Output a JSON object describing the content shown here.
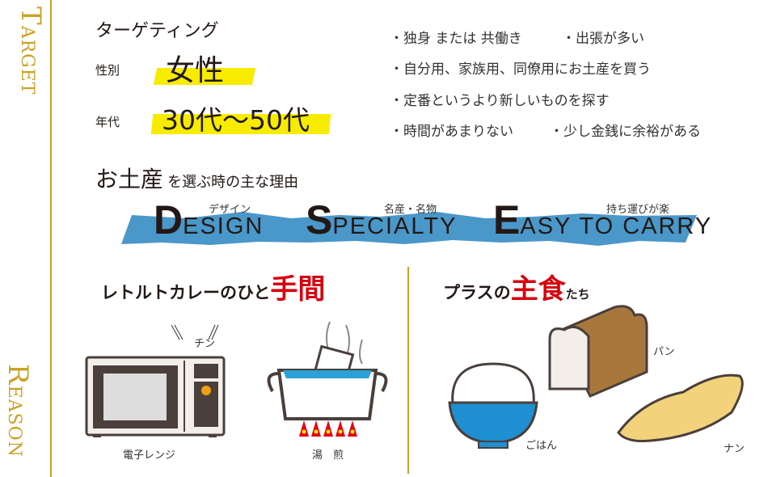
{
  "sections": {
    "target": {
      "cap": "T",
      "rest": "ARGET"
    },
    "reason": {
      "cap": "R",
      "rest": "EASON"
    }
  },
  "targeting": {
    "title": "ターゲティング",
    "gender_label": "性別",
    "gender_value": "女性",
    "age_label": "年代",
    "age_value": "30代〜50代",
    "accent_highlight": "#f7ec00"
  },
  "bullets": [
    {
      "text": "・独身 または 共働き"
    },
    {
      "text": "・出張が多い"
    },
    {
      "text": "・自分用、家族用、同僚用にお土産を買う"
    },
    {
      "text": "・定番というより新しいものを探す"
    },
    {
      "text": "・時間があまりない"
    },
    {
      "text": "・少し金銭に余裕がある"
    }
  ],
  "souvenir": {
    "title_big": "お土産",
    "title_small": "を選ぶ時の主な理由",
    "band_color": "#4a97c9",
    "reasons": [
      {
        "initial": "D",
        "rest": "ESIGN",
        "ruby": "デザイン"
      },
      {
        "initial": "S",
        "rest": "PECIALTY",
        "ruby": "名産・名物"
      },
      {
        "initial": "E",
        "rest": "ASY TO CARRY",
        "ruby": "持ち運びが楽"
      }
    ]
  },
  "reason_left": {
    "heading": "レトルトカレーのひと",
    "heading_accent": "手間",
    "sound": "チン",
    "microwave_label": "電子レンジ",
    "boil_label": "湯　煎"
  },
  "reason_right": {
    "heading": "プラスの",
    "heading_accent": "主食",
    "heading_suffix": "たち",
    "bread_label": "パン",
    "rice_label": "ごはん",
    "naan_label": "ナン"
  },
  "colors": {
    "gold": "#c9a227",
    "accent_red": "#d7000f"
  }
}
